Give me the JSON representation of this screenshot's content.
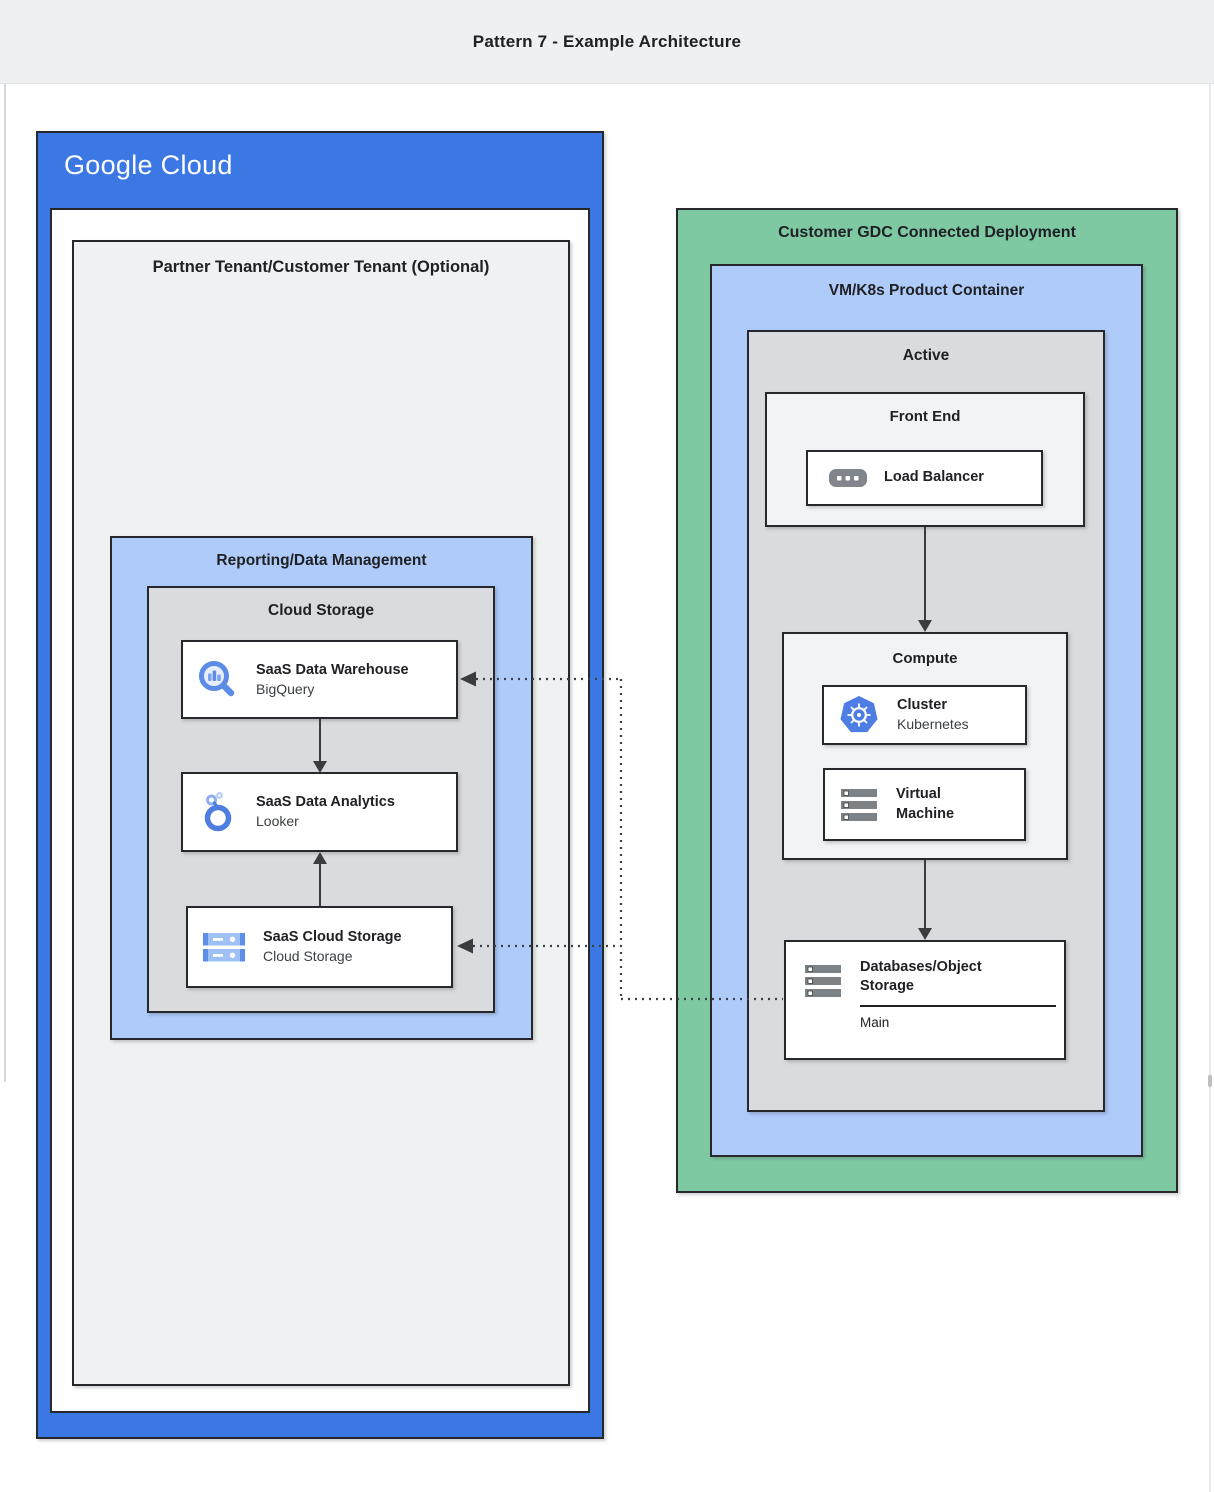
{
  "header": {
    "title": "Pattern 7 - Example Architecture"
  },
  "colors": {
    "google_blue": "#3c78e4",
    "container_blue": "#aecbfa",
    "gdc_green": "#7ec8a2",
    "zone_gray": "#d9dbde",
    "zone_light": "#f1f3f4",
    "tenant_gray": "#eff1f2",
    "border_dark": "#26282b",
    "connector": "#3c4043"
  },
  "google_cloud": {
    "logo": "Google Cloud",
    "partner_tenant": {
      "title": "Partner Tenant/Customer Tenant (Optional)",
      "reporting": {
        "title": "Reporting/Data Management",
        "cloud_storage": {
          "title": "Cloud Storage",
          "cards": [
            {
              "title": "SaaS Data Warehouse",
              "subtitle": "BigQuery",
              "icon": "bigquery-icon"
            },
            {
              "title": "SaaS Data Analytics",
              "subtitle": "Looker",
              "icon": "looker-icon"
            },
            {
              "title": "SaaS Cloud Storage",
              "subtitle": "Cloud Storage",
              "icon": "cloud-storage-icon"
            }
          ]
        }
      }
    }
  },
  "gdc": {
    "title": "Customer GDC Connected Deployment",
    "vm_k8s": {
      "title": "VM/K8s Product Container",
      "active": {
        "title": "Active",
        "front_end": {
          "title": "Front End",
          "load_balancer": {
            "title": "Load Balancer",
            "icon": "load-balancer-icon"
          }
        },
        "compute": {
          "title": "Compute",
          "cluster": {
            "title": "Cluster",
            "subtitle": "Kubernetes",
            "icon": "kubernetes-icon"
          },
          "virtual_machine": {
            "title": "Virtual Machine",
            "icon": "virtual-machine-icon"
          }
        },
        "databases": {
          "title": "Databases/Object Storage",
          "label": "Main",
          "icon": "object-storage-icon"
        }
      }
    }
  }
}
